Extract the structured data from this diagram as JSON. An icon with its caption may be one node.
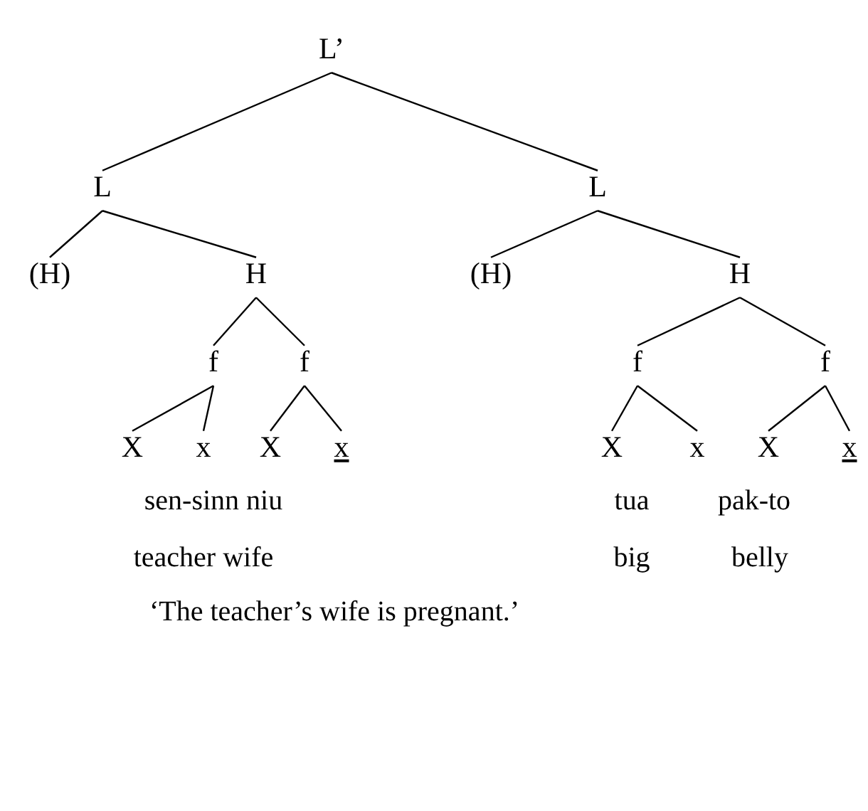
{
  "diagram": {
    "caption": "‘The teacher’s wife is pregnant.’",
    "nodes": [
      {
        "text": [
          "L’"
        ]
      },
      {
        "text": [
          "L"
        ]
      },
      {
        "text": [
          "L"
        ]
      },
      {
        "text": [
          "(H)"
        ]
      },
      {
        "text": [
          "H"
        ]
      },
      {
        "text": [
          "(H)"
        ]
      },
      {
        "text": [
          "H"
        ]
      },
      {
        "text": [
          "f"
        ]
      },
      {
        "text": [
          "f"
        ]
      },
      {
        "text": [
          "f"
        ]
      },
      {
        "text": [
          "f"
        ]
      },
      {
        "text": [
          "X"
        ]
      },
      {
        "text": [
          "x"
        ]
      },
      {
        "text": [
          "X"
        ]
      },
      {
        "text": [
          "x"
        ]
      },
      {
        "text": [
          "X"
        ]
      },
      {
        "text": [
          "x"
        ]
      },
      {
        "text": [
          "X"
        ]
      },
      {
        "text": [
          "x"
        ]
      }
    ],
    "edges": [
      {
        "from": 0,
        "to": 1,
        "arrow": "none"
      },
      {
        "from": 0,
        "to": 2,
        "arrow": "none"
      },
      {
        "from": 1,
        "to": 3,
        "arrow": "none"
      },
      {
        "from": 1,
        "to": 4,
        "arrow": "none"
      },
      {
        "from": 2,
        "to": 5,
        "arrow": "none"
      },
      {
        "from": 2,
        "to": 6,
        "arrow": "none"
      },
      {
        "from": 4,
        "to": 7,
        "arrow": "none"
      },
      {
        "from": 4,
        "to": 8,
        "arrow": "none"
      },
      {
        "from": 6,
        "to": 9,
        "arrow": "none"
      },
      {
        "from": 6,
        "to": 10,
        "arrow": "none"
      },
      {
        "from": 7,
        "to": 11,
        "arrow": "none"
      },
      {
        "from": 7,
        "to": 12,
        "arrow": "none"
      },
      {
        "from": 8,
        "to": 13,
        "arrow": "none"
      },
      {
        "from": 8,
        "to": 14,
        "arrow": "none"
      },
      {
        "from": 9,
        "to": 15,
        "arrow": "none"
      },
      {
        "from": 9,
        "to": 16,
        "arrow": "none"
      },
      {
        "from": 10,
        "to": 17,
        "arrow": "none"
      },
      {
        "from": 10,
        "to": 18,
        "arrow": "none"
      }
    ],
    "labels": [
      "sen-sinn niu",
      "tua",
      "pak-to",
      "teacher wife",
      "big",
      "belly"
    ]
  }
}
